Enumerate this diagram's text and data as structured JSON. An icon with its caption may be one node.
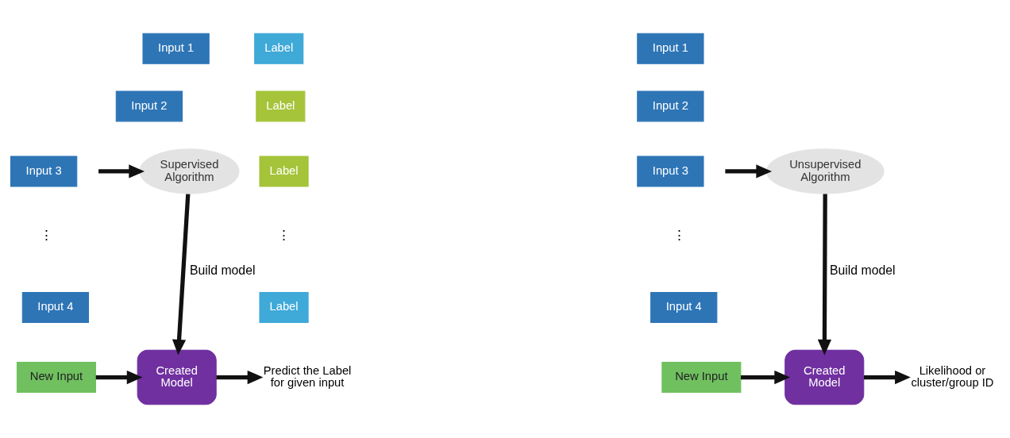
{
  "diagram": {
    "nodes": [
      {
        "text": [
          "Input 1"
        ]
      },
      {
        "text": [
          "Label"
        ]
      },
      {
        "text": [
          "Input 2"
        ]
      },
      {
        "text": [
          "Label"
        ]
      },
      {
        "text": [
          "Input 3"
        ]
      },
      {
        "text": [
          "Label"
        ]
      },
      {
        "text": [
          "Input 4"
        ]
      },
      {
        "text": [
          "Label"
        ]
      },
      {
        "text": [
          "Supervised Algorithm"
        ]
      },
      {
        "text": [
          "New Input"
        ]
      },
      {
        "text": [
          "Created Model"
        ]
      },
      {
        "text": [
          "Predict the Label for given input"
        ]
      },
      {
        "text": [
          "Input 1"
        ]
      },
      {
        "text": [
          "Input 2"
        ]
      },
      {
        "text": [
          "Input 3"
        ]
      },
      {
        "text": [
          "Input 4"
        ]
      },
      {
        "text": [
          "Unsupervised Algorithm"
        ]
      },
      {
        "text": [
          "New Input"
        ]
      },
      {
        "text": [
          "Created Model"
        ]
      },
      {
        "text": [
          "Likelihood or cluster/group ID"
        ]
      }
    ],
    "edges": [
      {
        "from": null,
        "to": 8,
        "arrow": "to"
      },
      {
        "from": 8,
        "to": 10,
        "arrow": "to",
        "label": "Build model"
      },
      {
        "from": 9,
        "to": 10,
        "arrow": "to"
      },
      {
        "from": 10,
        "to": 11,
        "arrow": "to"
      },
      {
        "from": null,
        "to": 16,
        "arrow": "to"
      },
      {
        "from": 16,
        "to": 18,
        "arrow": "to",
        "label": "Build model"
      },
      {
        "from": 17,
        "to": 18,
        "arrow": "to"
      },
      {
        "from": 18,
        "to": 19,
        "arrow": "to"
      }
    ],
    "labels": [
      "⋮",
      "⋮",
      "⋮"
    ]
  }
}
